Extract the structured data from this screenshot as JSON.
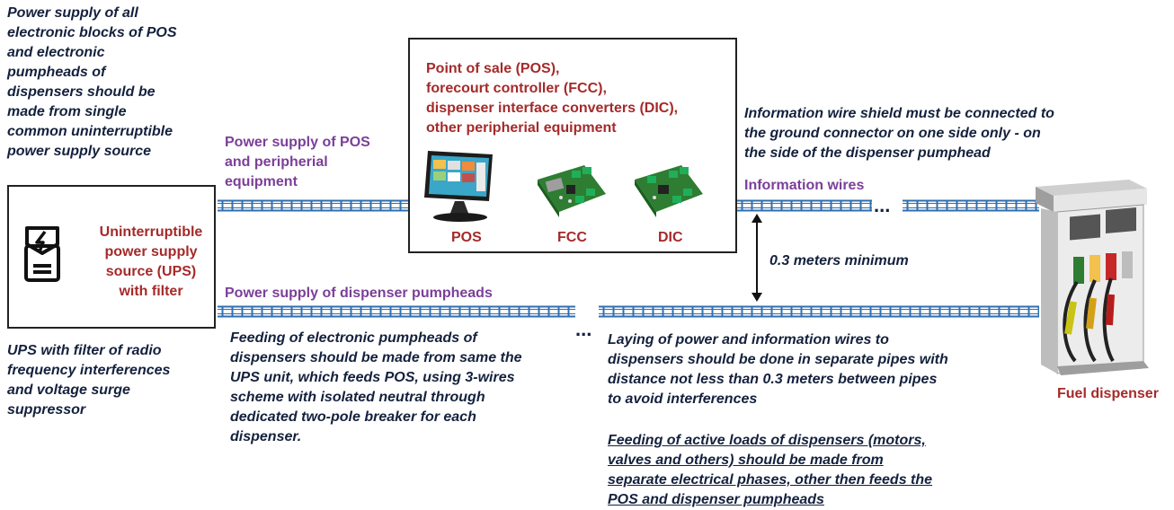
{
  "notes": {
    "power_supply_note": "Power supply of all\nelectronic blocks of POS\nand electronic\npumpheads of\ndispensers should be\nmade from single\ncommon uninterruptible\npower supply source",
    "ups_filter_note": "UPS with filter of radio\nfrequency interferences\nand voltage surge\nsuppressor",
    "feeding_pumpheads_note": "Feeding of electronic pumpheads of\ndispensers should be made from same the\nUPS unit, which feeds POS, using 3-wires\nscheme with isolated neutral through\ndedicated two-pole breaker for each\ndispenser.",
    "shield_note": "Information wire shield must be connected to\nthe ground connector on one side only - on\nthe side of the dispenser pumphead",
    "distance_label": "0.3 meters minimum",
    "laying_note": "Laying of power and information wires to\ndispensers should be done in separate pipes with\ndistance not less than 0.3 meters between pipes\nto avoid interferences",
    "active_loads_note": "Feeding of active loads of dispensers (motors,\nvalves and others) should be made from\nseparate electrical phases, other then feeds the\nPOS and dispenser pumpheads"
  },
  "wires": {
    "pos_supply_label": "Power supply of POS\nand peripherial\nequipment",
    "info_wires_label": "Information wires",
    "pumphead_supply_label": "Power supply of dispenser pumpheads",
    "ellipsis": "..."
  },
  "ups": {
    "label": "Uninterruptible\npower supply\nsource (UPS)\nwith filter",
    "icon": "ups-battery-icon"
  },
  "pos_box": {
    "title": "Point of sale (POS),\nforecourt controller (FCC),\ndispenser interface converters (DIC),\nother peripherial equipment",
    "devices": [
      "POS",
      "FCC",
      "DIC"
    ]
  },
  "dispenser": {
    "label": "Fuel dispenser",
    "icon": "fuel-dispenser-icon"
  },
  "colors": {
    "note_text": "#14213d",
    "accent_red": "#a52a2a",
    "accent_purple": "#7b3f98",
    "pipe": "#2f6fb0"
  }
}
